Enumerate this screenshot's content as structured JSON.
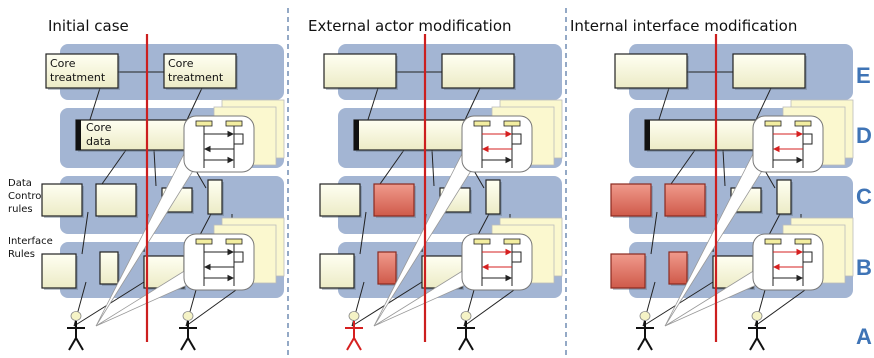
{
  "panels": [
    {
      "title": "Initial case"
    },
    {
      "title": "External actor modification"
    },
    {
      "title": "Internal interface modification"
    }
  ],
  "box_labels": {
    "core_treatment": "Core treatment",
    "core_data": "Core data"
  },
  "side_labels": {
    "data_control_rules": "Data Control rules",
    "interface_rules": "Interface Rules"
  },
  "layers": [
    "E",
    "D",
    "C",
    "B",
    "A"
  ],
  "colors": {
    "band": "#a3b5d3",
    "box": "#fafae0",
    "modified_box": "#e07b6b",
    "boundary": "#cc1f1f",
    "actor_modified": "#d62020",
    "note": "#fbf8cf",
    "layer_letter": "#3f74b6"
  },
  "modified": {
    "panel2": [
      "C2",
      "B2",
      "actor1",
      "callout-D",
      "callout-B"
    ],
    "panel3": [
      "C1",
      "C2",
      "B1",
      "B2",
      "callout-D",
      "callout-B"
    ]
  }
}
